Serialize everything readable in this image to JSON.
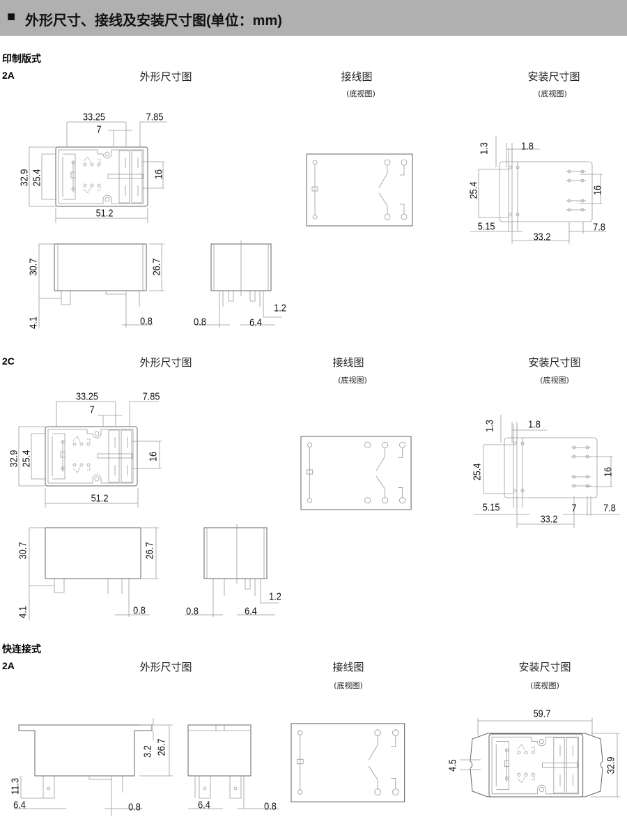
{
  "header": {
    "bullet": "■",
    "title": "外形尺寸、接线及安装尺寸图(单位：mm)"
  },
  "sections": [
    {
      "type": "印制版式",
      "variant": "2A",
      "outline_title": "外形尺寸图",
      "wiring_title": "接线图",
      "wiring_sub": "(底视图)",
      "mount_title": "安装尺寸图",
      "mount_sub": "(底视图)",
      "outline_dims": [
        "33.25",
        "7",
        "7.85",
        "32.9",
        "25.4",
        "16",
        "51.2",
        "30.7",
        "26.7",
        "4.1",
        "0.8",
        "0.8",
        "1.2",
        "6.4"
      ],
      "mount_dims": [
        "1.3",
        "1.8",
        "25.4",
        "16",
        "5.15",
        "33.2",
        "7.8"
      ]
    },
    {
      "type": "",
      "variant": "2C",
      "outline_title": "外形尺寸图",
      "wiring_title": "接线图",
      "wiring_sub": "(底视图)",
      "mount_title": "安装尺寸图",
      "mount_sub": "(底视图)",
      "outline_dims": [
        "33.25",
        "7",
        "7.85",
        "32.9",
        "25.4",
        "16",
        "51.2",
        "30.7",
        "26.7",
        "4.1",
        "0.8",
        "0.8",
        "1.2",
        "6.4"
      ],
      "mount_dims": [
        "1.3",
        "1.8",
        "25.4",
        "16",
        "5.15",
        "33.2",
        "7",
        "7.8"
      ]
    },
    {
      "type": "快连接式",
      "variant": "2A",
      "outline_title": "外形尺寸图",
      "wiring_title": "接线图",
      "wiring_sub": "(底视图)",
      "mount_title": "安装尺寸图",
      "mount_sub": "(底视图)",
      "outline_dims": [
        "3.2",
        "26.7",
        "11.3",
        "6.4",
        "0.8",
        "6.4",
        "0.8"
      ],
      "mount_dims": [
        "59.7",
        "4.5",
        "32.9"
      ]
    }
  ]
}
